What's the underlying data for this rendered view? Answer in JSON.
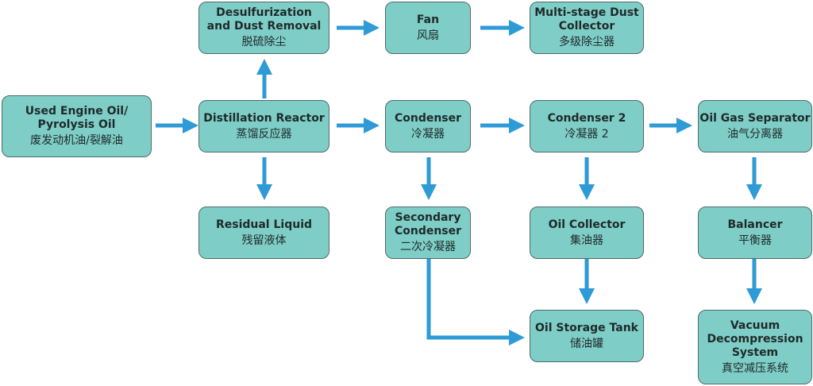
{
  "nodes": {
    "used_oil": {
      "en": "Used Engine Oil/\nPyrolysis Oil",
      "zh": "废发动机油/裂解油"
    },
    "distillation_reactor": {
      "en": "Distillation Reactor",
      "zh": "蒸馏反应器"
    },
    "desulfurization": {
      "en": "Desulfurization\nand Dust Removal",
      "zh": "脱硫除尘"
    },
    "fan": {
      "en": "Fan",
      "zh": "风扇"
    },
    "dust_collector": {
      "en": "Multi-stage Dust\nCollector",
      "zh": "多级除尘器"
    },
    "residual_liquid": {
      "en": "Residual Liquid",
      "zh": "残留液体"
    },
    "condenser": {
      "en": "Condenser",
      "zh": "冷凝器"
    },
    "secondary_condenser": {
      "en": "Secondary\nCondenser",
      "zh": "二次冷凝器"
    },
    "condenser2": {
      "en": "Condenser 2",
      "zh": "冷凝器 2"
    },
    "oil_collector": {
      "en": "Oil Collector",
      "zh": "集油器"
    },
    "oil_storage_tank": {
      "en": "Oil Storage Tank",
      "zh": "储油罐"
    },
    "oil_gas_separator": {
      "en": "Oil Gas Separator",
      "zh": "油气分离器"
    },
    "balancer": {
      "en": "Balancer",
      "zh": "平衡器"
    },
    "vacuum_system": {
      "en": "Vacuum\nDecompression\nSystem",
      "zh": "真空减压系统"
    }
  },
  "colors": {
    "node_fill": "#7ecdc6",
    "node_border": "#4f6b69",
    "arrow": "#2e9ad6"
  }
}
